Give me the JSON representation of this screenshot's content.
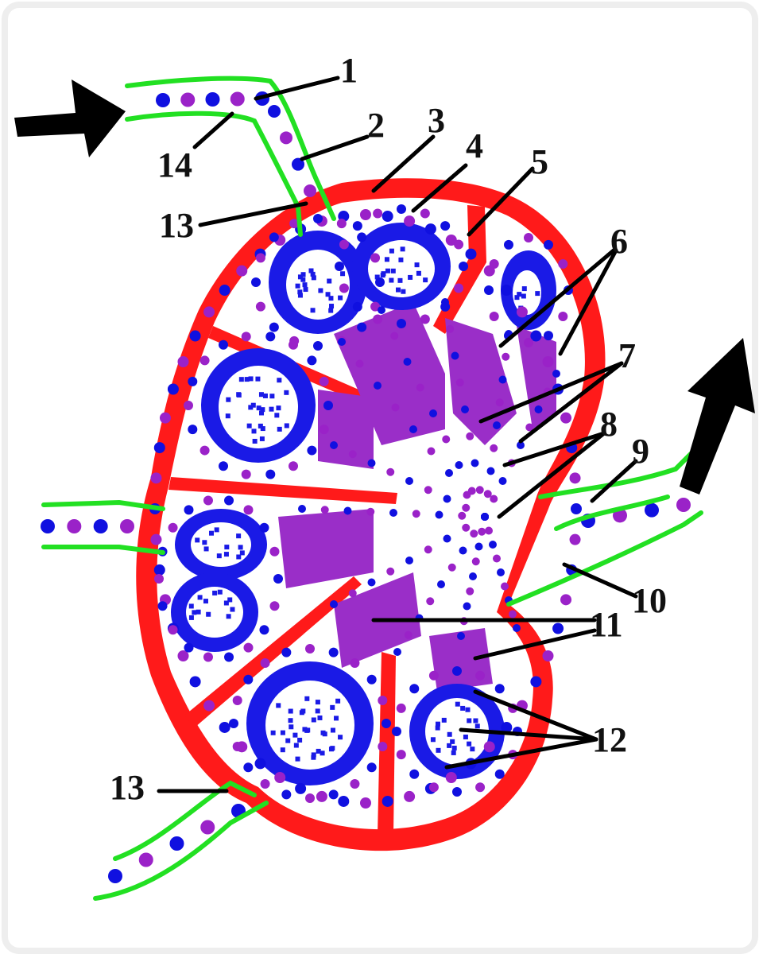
{
  "colors": {
    "capsule": "#ff1a1a",
    "vessel_wall": "#22e022",
    "lymphocyte_blue": "#1010e0",
    "lymphocyte_purple": "#9a22c8",
    "medulla": "#9a2ec8",
    "follicle": "#1a1ae6",
    "arrow": "#000000",
    "leader": "#000000",
    "frame": "#eeeeee"
  },
  "labels": [
    "1",
    "2",
    "3",
    "4",
    "5",
    "6",
    "7",
    "8",
    "9",
    "10",
    "11",
    "12",
    "13",
    "13",
    "14"
  ],
  "arrows": [
    "lymph-inflow-arrow",
    "lymph-outflow-arrow"
  ]
}
